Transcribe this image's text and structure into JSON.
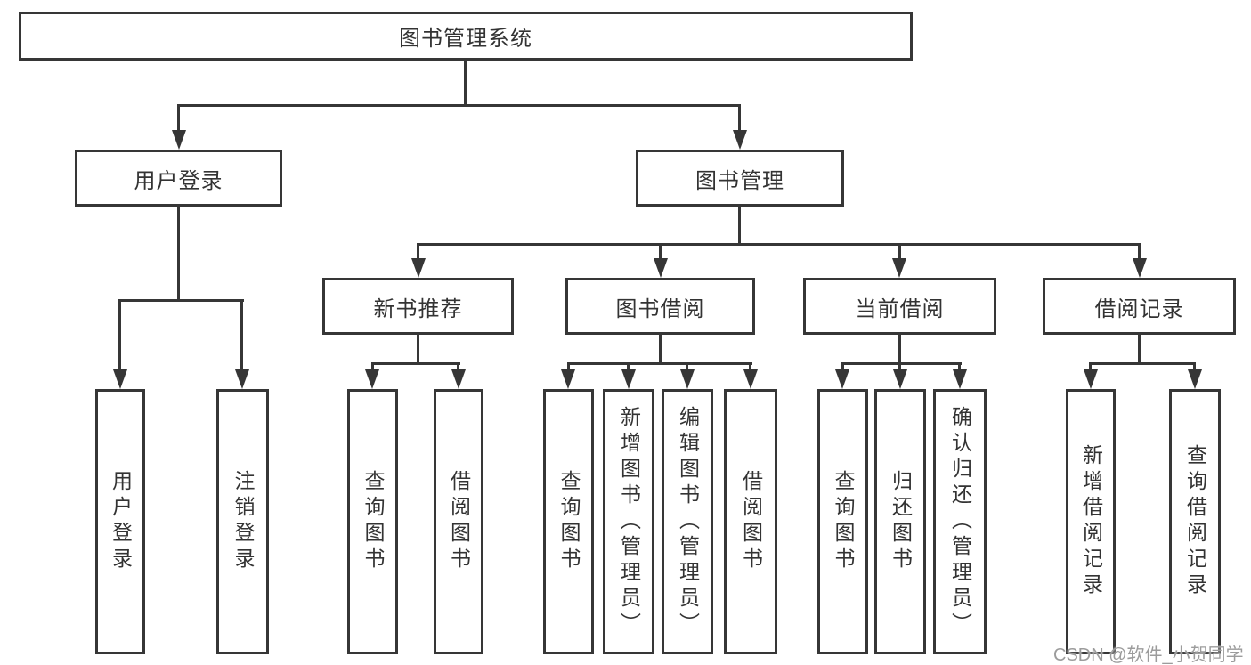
{
  "diagram_title": "图书管理系统",
  "tree": {
    "label": "图书管理系统",
    "children": [
      {
        "label": "用户登录",
        "children": [
          {
            "label": "用户登录"
          },
          {
            "label": "注销登录"
          }
        ]
      },
      {
        "label": "图书管理",
        "children": [
          {
            "label": "新书推荐",
            "children": [
              {
                "label": "查询图书"
              },
              {
                "label": "借阅图书"
              }
            ]
          },
          {
            "label": "图书借阅",
            "children": [
              {
                "label": "查询图书"
              },
              {
                "label": "新增图书（管理员）"
              },
              {
                "label": "编辑图书（管理员）"
              },
              {
                "label": "借阅图书"
              }
            ]
          },
          {
            "label": "当前借阅",
            "children": [
              {
                "label": "查询图书"
              },
              {
                "label": "归还图书"
              },
              {
                "label": "确认归还（管理员）"
              }
            ]
          },
          {
            "label": "借阅记录",
            "children": [
              {
                "label": "新增借阅记录"
              },
              {
                "label": "查询借阅记录"
              }
            ]
          }
        ]
      }
    ]
  },
  "watermark": {
    "text": "CSDN @软件_小贺同学"
  },
  "colors": {
    "line": "#363636",
    "text": "#333333",
    "box_background": "#ffffff",
    "watermark": "#9c9c9c"
  }
}
